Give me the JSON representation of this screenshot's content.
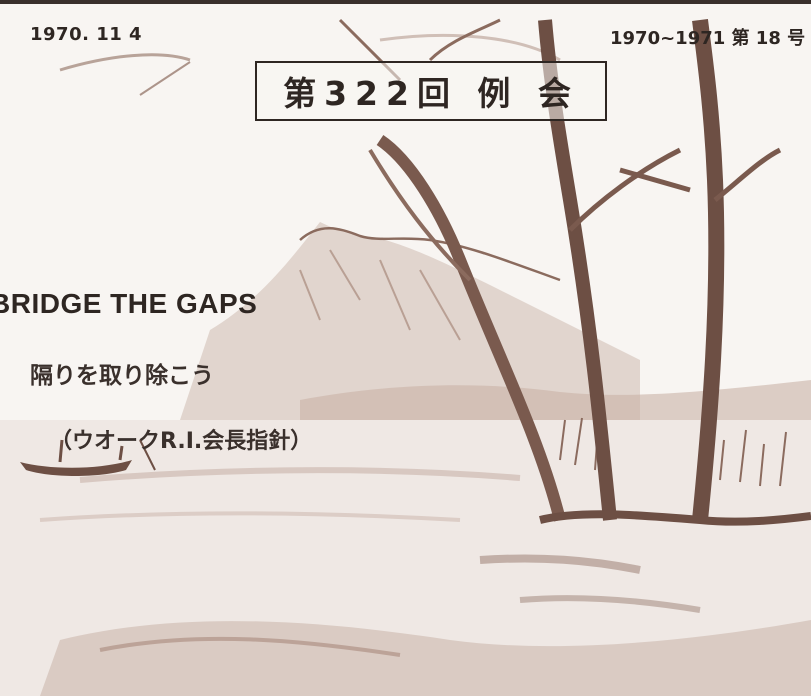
{
  "header": {
    "date": "1970. 11 4",
    "year_issue": "1970~1971 第 18 号"
  },
  "meeting": {
    "title": "第322回 例 会"
  },
  "motto": {
    "english": "BRIDGE THE GAPS",
    "japanese": "隔りを取り除こう",
    "attribution": "（ウオークR.I.会長指針）"
  },
  "colors": {
    "ink": "#2e2622",
    "sepia": "#8b6b5e",
    "paper": "#f8f5f2"
  }
}
